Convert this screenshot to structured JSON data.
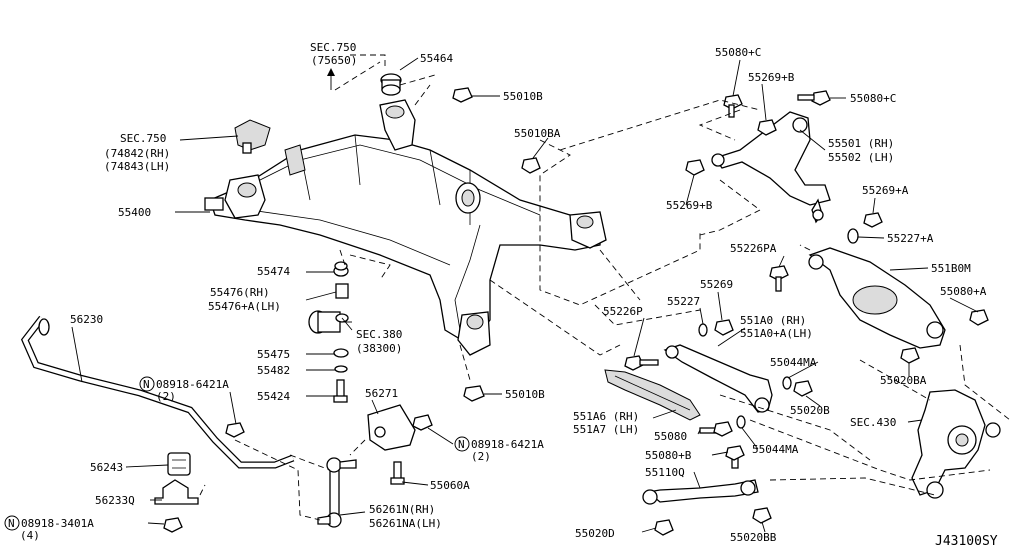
{
  "diagram_id": "J43100SY",
  "labels": {
    "sec750_top": "SEC.750",
    "sec750_top_sub": "(75650)",
    "p55464": "55464",
    "p55010b_top": "55010B",
    "p55010ba": "55010BA",
    "sec750_left": "SEC.750",
    "p74842": "(74842(RH)",
    "p74843": "(74843(LH)",
    "p55400": "55400",
    "p55474": "55474",
    "p55476rh": "55476(RH)",
    "p55476lh": "55476+A(LH)",
    "sec380": "SEC.380",
    "sec380_sub": "(38300)",
    "p55475": "55475",
    "p55482": "55482",
    "p55424": "55424",
    "p56230": "56230",
    "n08918_left": "08918-6421A",
    "n08918_left_qty": "(2)",
    "p56271": "56271",
    "n08918_mid": "08918-6421A",
    "n08918_mid_qty": "(2)",
    "p56243": "56243",
    "p56233q": "56233Q",
    "n08918_3401": "08918-3401A",
    "n08918_3401_qty": "(4)",
    "p55060a": "55060A",
    "p56261rh": "56261N(RH)",
    "p56261lh": "56261NA(LH)",
    "p55010b_mid": "55010B",
    "p55080c_top": "55080+C",
    "p55269b_top": "55269+B",
    "p55080c_right": "55080+C",
    "p55501": "55501 (RH)",
    "p55502": "55502 (LH)",
    "p55269b_mid": "55269+B",
    "p55269a": "55269+A",
    "p55227a": "55227+A",
    "p55226pa": "55226PA",
    "p551b0m": "551B0M",
    "p55269": "55269",
    "p55080a": "55080+A",
    "p55226p": "55226P",
    "p55227": "55227",
    "p551a0rh": "551A0 (RH)",
    "p551a0lh": "551A0+A(LH)",
    "p55044ma_top": "55044MA",
    "p55020ba": "55020BA",
    "p55020b": "55020B",
    "p551a6": "551A6 (RH)",
    "p551a7": "551A7 (LH)",
    "p55080": "55080",
    "p55044ma_bot": "55044MA",
    "sec430": "SEC.430",
    "p55080b": "55080+B",
    "p55110q": "55110Q",
    "p55020d": "55020D",
    "p55020bb": "55020BB",
    "n_symbol": "N"
  }
}
